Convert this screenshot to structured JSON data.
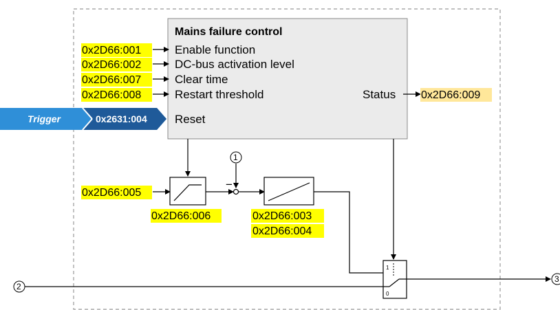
{
  "block": {
    "title": "Mains failure control",
    "inputs": [
      "Enable function",
      "DC-bus activation level",
      "Clear time",
      "Restart threshold"
    ],
    "reset_label": "Reset",
    "status_label": "Status"
  },
  "params": {
    "enable": "0x2D66:001",
    "dc_bus_level": "0x2D66:002",
    "clear_time": "0x2D66:007",
    "restart_threshold": "0x2D66:008",
    "status": "0x2D66:009",
    "ramp_input": "0x2D66:005",
    "ramp_block": "0x2D66:006",
    "ramp2_a": "0x2D66:003",
    "ramp2_b": "0x2D66:004"
  },
  "trigger": {
    "label": "Trigger",
    "code": "0x2631:004"
  },
  "markers": {
    "m1": "1",
    "m2": "2",
    "m3": "3",
    "sum_sign": "−"
  },
  "switch": {
    "pos1": "1",
    "pos0": "0"
  },
  "colors": {
    "highlight": "#ffff00",
    "status_highlight": "#ffe79a",
    "block_fill": "#ebebeb",
    "trigger_light": "#2f8fd8",
    "trigger_dark": "#1f5a99"
  }
}
